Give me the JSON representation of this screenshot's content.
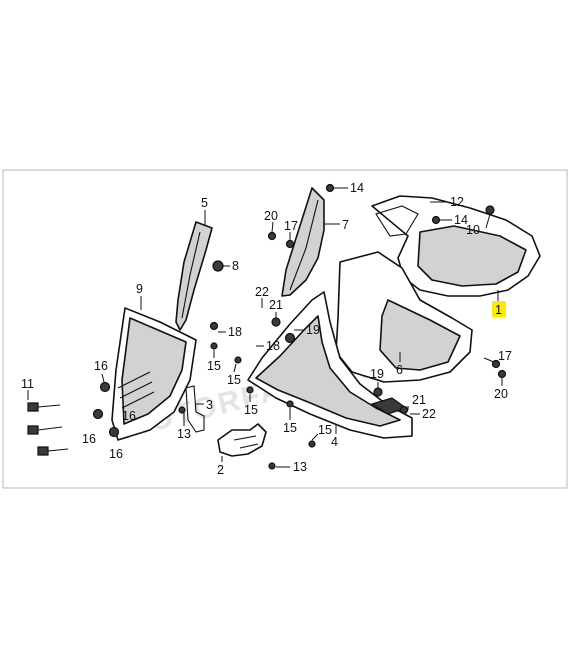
{
  "watermark": "MOTORFANATICS.A.",
  "callouts": {
    "c1": "1",
    "c2": "2",
    "c3": "3",
    "c4": "4",
    "c5": "5",
    "c6": "6",
    "c7": "7",
    "c8": "8",
    "c9": "9",
    "c10": "10",
    "c11": "11",
    "c12": "12",
    "c13a": "13",
    "c13b": "13",
    "c14a": "14",
    "c14b": "14",
    "c15a": "15",
    "c15b": "15",
    "c15c": "15",
    "c15d": "15",
    "c15e": "15",
    "c16a": "16",
    "c16b": "16",
    "c16c": "16",
    "c16d": "16",
    "c17a": "17",
    "c17b": "17",
    "c18a": "18",
    "c18b": "18",
    "c19a": "19",
    "c19b": "19",
    "c20a": "20",
    "c20b": "20",
    "c21a": "21",
    "c21b": "21",
    "c22a": "22",
    "c22b": "22"
  },
  "highlight_color": "#ffea00",
  "line_color": "#111111"
}
